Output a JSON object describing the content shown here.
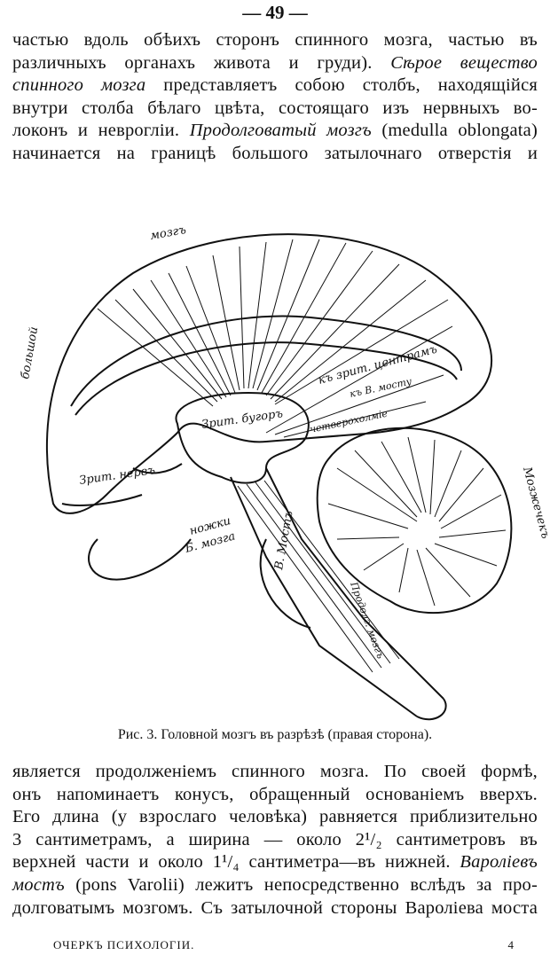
{
  "page_number": "— 49 —",
  "top_text": {
    "lines": [
      [
        {
          "t": "частью вдоль обѣихъ сторонъ спинного мозга, частью въ"
        }
      ],
      [
        {
          "t": "различныхъ органахъ живота и груди). "
        },
        {
          "t": "Сѣрое вещество",
          "i": true
        }
      ],
      [
        {
          "t": "спинного мозга",
          "i": true
        },
        {
          "t": " представляетъ собою столбъ, находящійся"
        }
      ],
      [
        {
          "t": "внутри столба бѣлаго цвѣта, состоящаго изъ нервныхъ во-"
        }
      ],
      [
        {
          "t": "локонъ и невроглiи. "
        },
        {
          "t": "Продолговатый мозгъ",
          "i": true
        },
        {
          "t": " (medulla oblongata)"
        }
      ],
      [
        {
          "t": "начинается на границѣ большого затылочнаго отверстія и"
        }
      ]
    ]
  },
  "figure": {
    "labels": {
      "cerebrum_top": "мозгъ",
      "cerebrum_side": "большой",
      "to_visual_centers": "къ зрит. центрамъ",
      "to_pons": "къ В. мосту",
      "quadrigemina": "четверохолміе",
      "thalamus": "Зрит. бугоръ",
      "optic_nerve": "Зрит. нервъ",
      "peduncles_1": "ножки",
      "peduncles_2": "Б. мозга",
      "pons": "В. Мостъ",
      "medulla": "Продолг. мозгъ",
      "cerebellum": "Мозжечекъ"
    },
    "caption": "Рис. 3. Головной мозгъ въ разрѣзѣ (правая сторона)."
  },
  "bottom_text": {
    "lines": [
      [
        {
          "t": "является продолженіемъ спинного мозга. По своей формѣ,"
        }
      ],
      [
        {
          "t": "онъ напоминаетъ конусъ, обращенный основаніемъ вверхъ."
        }
      ],
      [
        {
          "t": "Его длина (у взрослаго человѣка) равняется приблизительно"
        }
      ],
      [
        {
          "t": "3 сантиметрамъ, а ширина — около 2¹/₂ сантиметровъ въ"
        }
      ],
      [
        {
          "t": "верхней части и около 1¹/₄ сантиметра—въ нижней. "
        },
        {
          "t": "Варолiевъ",
          "i": true
        }
      ],
      [
        {
          "t": "мостъ",
          "i": true
        },
        {
          "t": " (pons Varolii) лежитъ непосредственно вслѣдъ за про-"
        }
      ],
      [
        {
          "t": "долговатымъ мозгомъ. Съ затылочной стороны Варолiева моста"
        }
      ]
    ]
  },
  "footer": {
    "title": "ОЧЕРКЪ ПСИХОЛОГІИ.",
    "signature": "4"
  }
}
